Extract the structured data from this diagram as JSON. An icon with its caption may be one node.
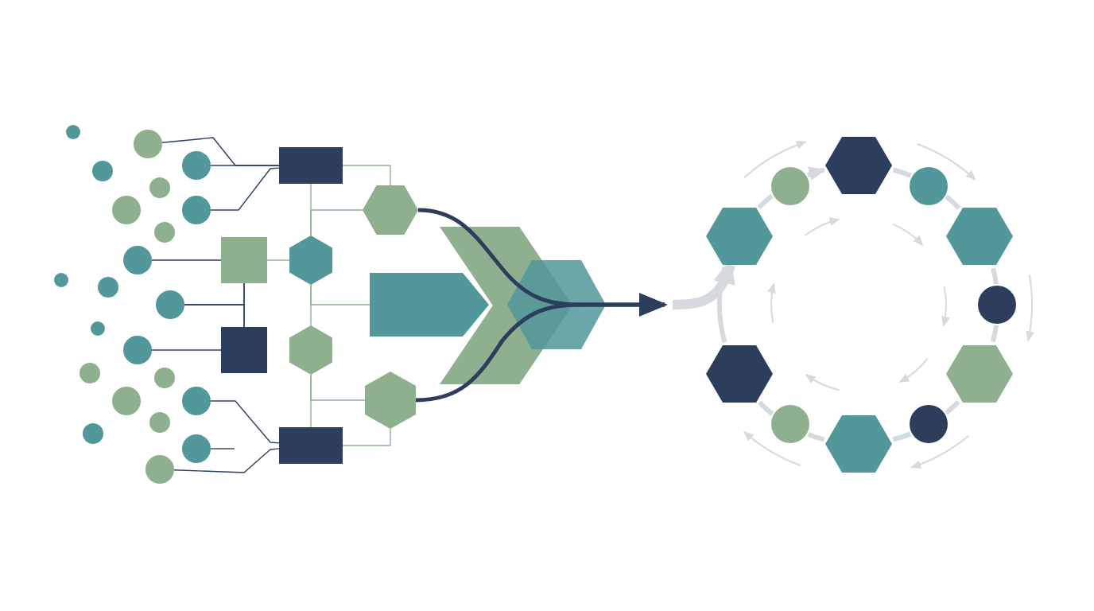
{
  "diagram": {
    "nodes": [
      {
        "text": [],
        "shape": "circle"
      },
      {
        "text": [],
        "shape": "circle"
      },
      {
        "text": [],
        "shape": "circle"
      },
      {
        "text": [],
        "shape": "circle"
      },
      {
        "text": [],
        "shape": "circle"
      },
      {
        "text": [],
        "shape": "circle"
      },
      {
        "text": [],
        "shape": "circle"
      },
      {
        "text": [],
        "shape": "circle"
      },
      {
        "text": [],
        "shape": "circle"
      },
      {
        "text": [],
        "shape": "circle"
      },
      {
        "text": [],
        "shape": "circle"
      },
      {
        "text": [],
        "shape": "circle"
      },
      {
        "text": [],
        "shape": "circle"
      },
      {
        "text": [],
        "shape": "circle"
      },
      {
        "text": [],
        "shape": "circle"
      },
      {
        "text": [],
        "shape": "circle"
      },
      {
        "text": [],
        "shape": "circle"
      },
      {
        "text": [],
        "shape": "circle"
      },
      {
        "text": [],
        "shape": "circle"
      },
      {
        "text": [],
        "shape": "circle"
      },
      {
        "text": [],
        "shape": "circle"
      },
      {
        "text": [],
        "shape": "circle"
      },
      {
        "text": [],
        "shape": "box"
      },
      {
        "text": [],
        "shape": "box"
      },
      {
        "text": [],
        "shape": "box"
      },
      {
        "text": [],
        "shape": "box"
      },
      {
        "text": [],
        "shape": "hexagon"
      },
      {
        "text": [],
        "shape": "hexagon"
      },
      {
        "text": [],
        "shape": "hexagon"
      },
      {
        "text": [],
        "shape": "hexagon"
      },
      {
        "text": [],
        "shape": "pentagon"
      },
      {
        "text": [],
        "shape": "chevron"
      },
      {
        "text": [],
        "shape": "hexagon"
      },
      {
        "text": [],
        "shape": "circle"
      },
      {
        "text": [],
        "shape": "hexagon"
      },
      {
        "text": [],
        "shape": "circle"
      },
      {
        "text": [],
        "shape": "hexagon"
      },
      {
        "text": [],
        "shape": "hexagon"
      },
      {
        "text": [],
        "shape": "circle"
      },
      {
        "text": [],
        "shape": "hexagon"
      },
      {
        "text": [],
        "shape": "hexagon"
      },
      {
        "text": [],
        "shape": "circle"
      },
      {
        "text": [],
        "shape": "circle"
      },
      {
        "text": [],
        "shape": "hexagon"
      }
    ],
    "edges": [
      {
        "from": 1,
        "to": 22,
        "arrow": "none"
      },
      {
        "from": 2,
        "to": 22,
        "arrow": "none"
      },
      {
        "from": 6,
        "to": 22,
        "arrow": "none"
      },
      {
        "from": 8,
        "to": 23,
        "arrow": "none"
      },
      {
        "from": 11,
        "to": 23,
        "arrow": "none"
      },
      {
        "from": 11,
        "to": 24,
        "arrow": "none"
      },
      {
        "from": 23,
        "to": 24,
        "arrow": "none"
      },
      {
        "from": 13,
        "to": 24,
        "arrow": "none"
      },
      {
        "from": 17,
        "to": 25,
        "arrow": "none"
      },
      {
        "from": 20,
        "to": null,
        "arrow": "none"
      },
      {
        "from": 21,
        "to": 25,
        "arrow": "none"
      },
      {
        "from": 22,
        "to": 26,
        "arrow": "none",
        "color": "#8fb08f"
      },
      {
        "from": 22,
        "to": 27,
        "arrow": "none",
        "color": "#8fb08f"
      },
      {
        "from": 27,
        "to": 26,
        "arrow": "none",
        "color": "#8fb08f"
      },
      {
        "from": 27,
        "to": 28,
        "arrow": "none",
        "color": "#8fb08f"
      },
      {
        "from": 27,
        "to": 30,
        "arrow": "none",
        "color": "#8fb08f"
      },
      {
        "from": 28,
        "to": 29,
        "arrow": "none",
        "color": "#8fb08f"
      },
      {
        "from": 28,
        "to": 25,
        "arrow": "none",
        "color": "#8fb08f"
      },
      {
        "from": 25,
        "to": 29,
        "arrow": "none",
        "color": "#8fb08f"
      },
      {
        "from": 23,
        "to": 27,
        "arrow": "none",
        "color": "#8fb08f"
      },
      {
        "from": 26,
        "to": null,
        "arrow": "to",
        "style": "thick"
      },
      {
        "from": 29,
        "to": null,
        "arrow": "to",
        "style": "thick"
      },
      {
        "from": null,
        "to": 36,
        "arrow": "to",
        "style": "thick",
        "color": "#d6d9de"
      },
      {
        "from": 33,
        "to": 34,
        "arrow": "to",
        "style": "thick",
        "color": "#d6d9de"
      },
      {
        "from": 34,
        "to": 35,
        "arrow": "none",
        "style": "thick",
        "color": "#d6d9de"
      },
      {
        "from": 35,
        "to": 37,
        "arrow": "none",
        "style": "thick",
        "color": "#d6d9de"
      },
      {
        "from": 37,
        "to": 38,
        "arrow": "none",
        "style": "thick",
        "color": "#d6d9de"
      },
      {
        "from": 38,
        "to": 40,
        "arrow": "none",
        "style": "thick",
        "color": "#d6d9de"
      },
      {
        "from": 40,
        "to": 42,
        "arrow": "none",
        "style": "thick",
        "color": "#d6d9de"
      },
      {
        "from": 42,
        "to": 43,
        "arrow": "none",
        "style": "thick",
        "color": "#d6d9de"
      },
      {
        "from": 43,
        "to": 41,
        "arrow": "none",
        "style": "thick",
        "color": "#d6d9de"
      },
      {
        "from": 41,
        "to": 39,
        "arrow": "none",
        "style": "thick",
        "color": "#d6d9de"
      },
      {
        "from": 39,
        "to": 36,
        "arrow": "to",
        "style": "thick",
        "color": "#d6d9de"
      },
      {
        "from": 36,
        "to": 33,
        "arrow": "none",
        "style": "thick",
        "color": "#d6d9de"
      }
    ]
  }
}
